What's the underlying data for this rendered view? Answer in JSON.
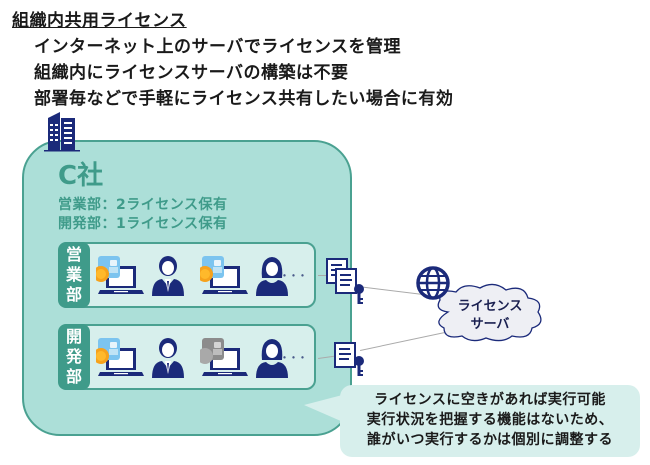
{
  "header": {
    "title": "組織内共用ライセンス",
    "bullets": [
      "インターネット上のサーバでライセンスを管理",
      "組織内にライセンスサーバの構築は不要",
      "部署毎などで手軽にライセンス共有したい場合に有効"
    ]
  },
  "company": {
    "name": "C社",
    "icon": "building-icon",
    "licenses": [
      "営業部：2ライセンス保有",
      "開発部：1ライセンス保有"
    ]
  },
  "departments": [
    {
      "label_chars": [
        "営",
        "業",
        "部"
      ],
      "members": [
        {
          "pc": "laptop-icon",
          "app_icon_state": "active",
          "person": "male-user-icon"
        },
        {
          "pc": "laptop-icon",
          "app_icon_state": "active",
          "person": "female-user-icon"
        }
      ],
      "more": "･･･",
      "license_docs": 2
    },
    {
      "label_chars": [
        "開",
        "発",
        "部"
      ],
      "members": [
        {
          "pc": "laptop-icon",
          "app_icon_state": "active",
          "person": "male-user-icon"
        },
        {
          "pc": "laptop-icon",
          "app_icon_state": "inactive",
          "person": "female-user-icon"
        }
      ],
      "more": "･･･",
      "license_docs": 1
    }
  ],
  "server": {
    "icon": "globe-icon",
    "label_lines": [
      "ライセンス",
      "サーバ"
    ]
  },
  "callout": {
    "lines": [
      "ライセンスに空きがあれば実行可能",
      "実行状況を把握する機能はないため、",
      "誰がいつ実行するかは個別に調整する"
    ]
  },
  "colors": {
    "teal_fill": "#acdfd8",
    "teal_border": "#4aa191",
    "teal_dark": "#3f9b8a",
    "dept_fill": "#d7efec",
    "navy": "#1b2a7a",
    "cloud_fill": "#eeeff4"
  }
}
